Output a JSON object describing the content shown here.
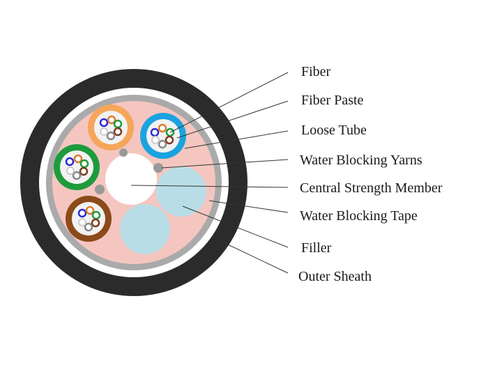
{
  "labels": {
    "fiber": "Fiber",
    "fiber_paste": "Fiber Paste",
    "loose_tube": "Loose Tube",
    "water_blocking_yarns": "Water Blocking Yarns",
    "central_strength_member": "Central Strength Member",
    "water_blocking_tape": "Water Blocking Tape",
    "filler": "Filler",
    "outer_sheath": "Outer Sheath"
  },
  "colors": {
    "outer_sheath": "#2b2b2b",
    "water_blocking_tape": "#aaaaaa",
    "fill_compound": "#f5c6c0",
    "central_strength_member": "#ffffff",
    "filler": "#b9dde6",
    "fiber_paste": "#f2f2f2",
    "loose_tube_colors": [
      "#f5a65b",
      "#1aa3e0",
      "#1e9b3c",
      "#8b4a1a"
    ],
    "fiber_colors": [
      "#2a2ad8",
      "#d97a2a",
      "#1e9b3c",
      "#7a3a1a",
      "#888888",
      "#ffffff"
    ]
  }
}
